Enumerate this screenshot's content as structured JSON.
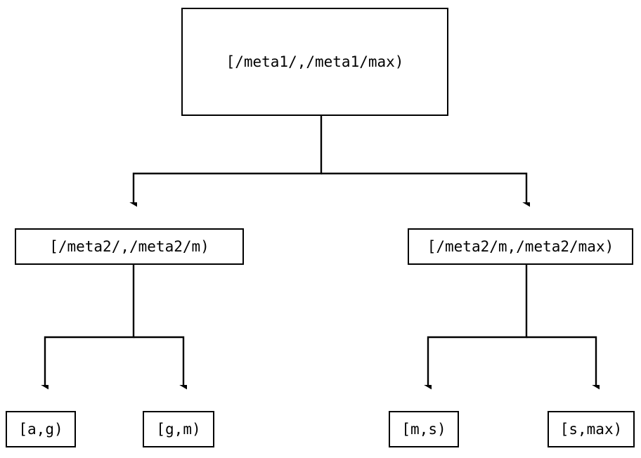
{
  "diagram": {
    "type": "tree",
    "title": "",
    "orientation": "top-down",
    "stroke_color": "#000000",
    "fill_color": "#ffffff",
    "background_color": "#ffffff",
    "nodes": {
      "root": {
        "id": "root",
        "label": "[/meta1/,/meta1/max)",
        "level": 0
      },
      "mid_left": {
        "id": "mid-left",
        "label": "[/meta2/,/meta2/m)",
        "level": 1
      },
      "mid_right": {
        "id": "mid-right",
        "label": "[/meta2/m,/meta2/max)",
        "level": 1
      },
      "leaf_1": {
        "id": "leaf-1",
        "label": "[a,g)",
        "level": 2
      },
      "leaf_2": {
        "id": "leaf-2",
        "label": "[g,m)",
        "level": 2
      },
      "leaf_3": {
        "id": "leaf-3",
        "label": "[m,s)",
        "level": 2
      },
      "leaf_4": {
        "id": "leaf-4",
        "label": "[s,max)",
        "level": 2
      }
    },
    "edges": [
      {
        "from": "root",
        "to": "mid_left",
        "arrowhead": "filled-triangle-down"
      },
      {
        "from": "root",
        "to": "mid_right",
        "arrowhead": "filled-triangle-down"
      },
      {
        "from": "mid_left",
        "to": "leaf_1",
        "arrowhead": "filled-triangle-down"
      },
      {
        "from": "mid_left",
        "to": "leaf_2",
        "arrowhead": "filled-triangle-down"
      },
      {
        "from": "mid_right",
        "to": "leaf_3",
        "arrowhead": "filled-triangle-down"
      },
      {
        "from": "mid_right",
        "to": "leaf_4",
        "arrowhead": "filled-triangle-down"
      }
    ]
  }
}
